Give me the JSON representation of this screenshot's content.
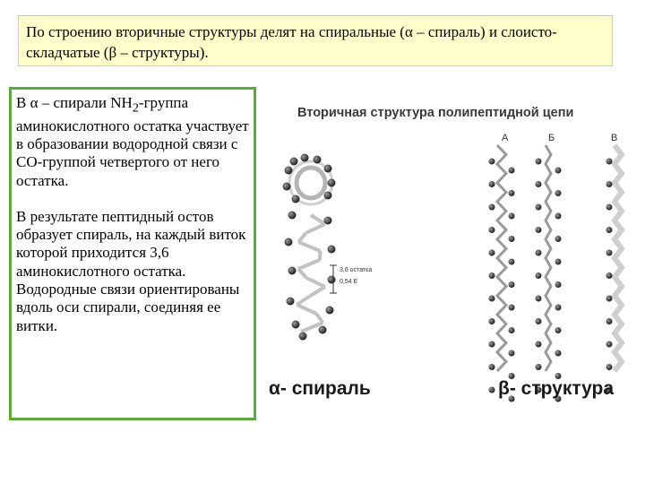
{
  "header": {
    "text": "По строению вторичные структуры делят на спиральные (α – спираль) и слоисто-складчатые (β – структуры)."
  },
  "body": {
    "p1_a": "В α – спирали NH",
    "p1_sub": "2",
    "p1_b": "-группа аминокислотного остатка участвует в образовании водородной связи с CO-группой четвертого от него остатка.",
    "p2": "В результате пептидный остов образует спираль, на каждый виток которой приходится 3,6 аминокислотного остатка. Водородные связи ориентированы вдоль оси спирали, соединяя ее витки."
  },
  "figure": {
    "title": "Вторичная структура полипептидной цепи",
    "col_a": "А",
    "col_b": "Б",
    "col_c": "В",
    "helix_note_1": "3,6 остатка",
    "helix_note_2": "0,54 Е",
    "caption_alpha": "α- спираль",
    "caption_beta": "β- структура"
  },
  "colors": {
    "title_bg": "#ffffcc",
    "box_border": "#5fa83c"
  }
}
